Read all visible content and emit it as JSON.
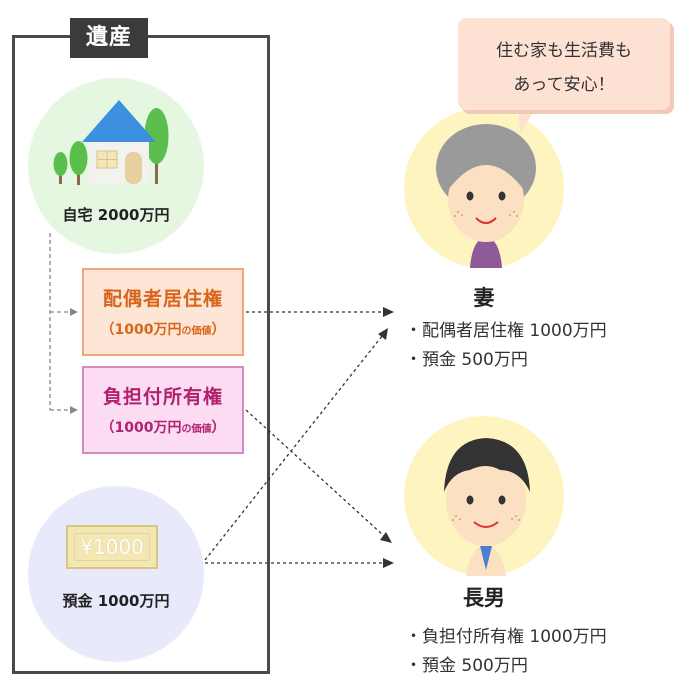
{
  "estate": {
    "title": "遺産",
    "home": {
      "caption": "自宅 2000万円"
    },
    "spouse_residence_right": {
      "title": "配偶者居住権",
      "value_main": "（1000万円",
      "value_small": "の価値",
      "value_close": "）"
    },
    "burdened_ownership": {
      "title": "負担付所有権",
      "value_main": "（1000万円",
      "value_small": "の価値",
      "value_close": "）"
    },
    "savings": {
      "caption": "預金 1000万円",
      "banknote": "¥1000"
    }
  },
  "wife": {
    "name": "妻",
    "speech_line_1": "住む家も生活費も",
    "speech_line_2": "あって安心！",
    "items": [
      "・配偶者居住権 1000万円",
      "・預金 500万円"
    ]
  },
  "son": {
    "name": "長男",
    "items": [
      "・負担付所有権 1000万円",
      "・預金 500万円"
    ]
  },
  "colors": {
    "spouse_right_accent": "#d9651c",
    "burden_accent": "#b0226f",
    "house_roof": "#3d8fe0",
    "trees": "#5bbf4e"
  }
}
